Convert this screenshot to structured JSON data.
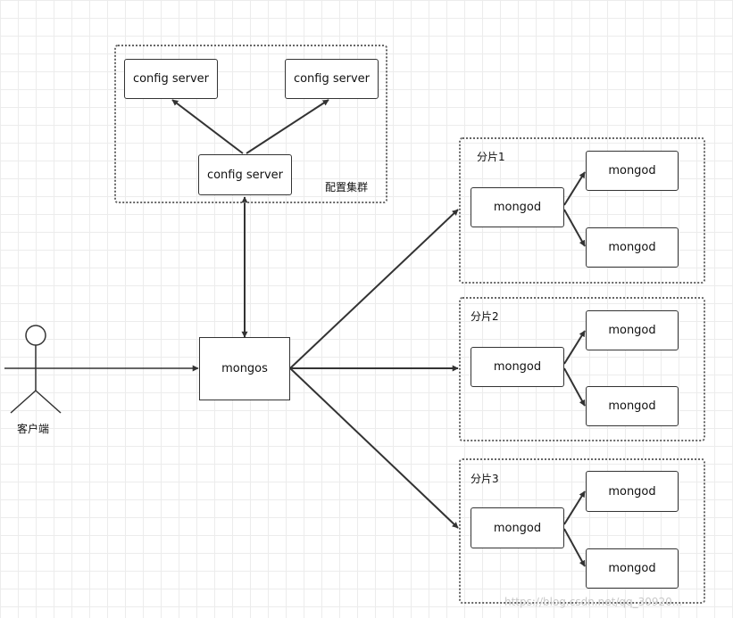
{
  "config_cluster": {
    "label": "配置集群",
    "servers": [
      "config server",
      "config server",
      "config server"
    ]
  },
  "router": {
    "label": "mongos"
  },
  "client": {
    "label": "客户端"
  },
  "shards": [
    {
      "label": "分片1",
      "primary": "mongod",
      "replicas": [
        "mongod",
        "mongod"
      ]
    },
    {
      "label": "分片2",
      "primary": "mongod",
      "replicas": [
        "mongod",
        "mongod"
      ]
    },
    {
      "label": "分片3",
      "primary": "mongod",
      "replicas": [
        "mongod",
        "mongod"
      ]
    }
  ],
  "watermark": "https://blog.csdn.net/qq_30920...",
  "colors": {
    "line": "#333333",
    "group_border": "#666666",
    "grid": "#ececec"
  }
}
